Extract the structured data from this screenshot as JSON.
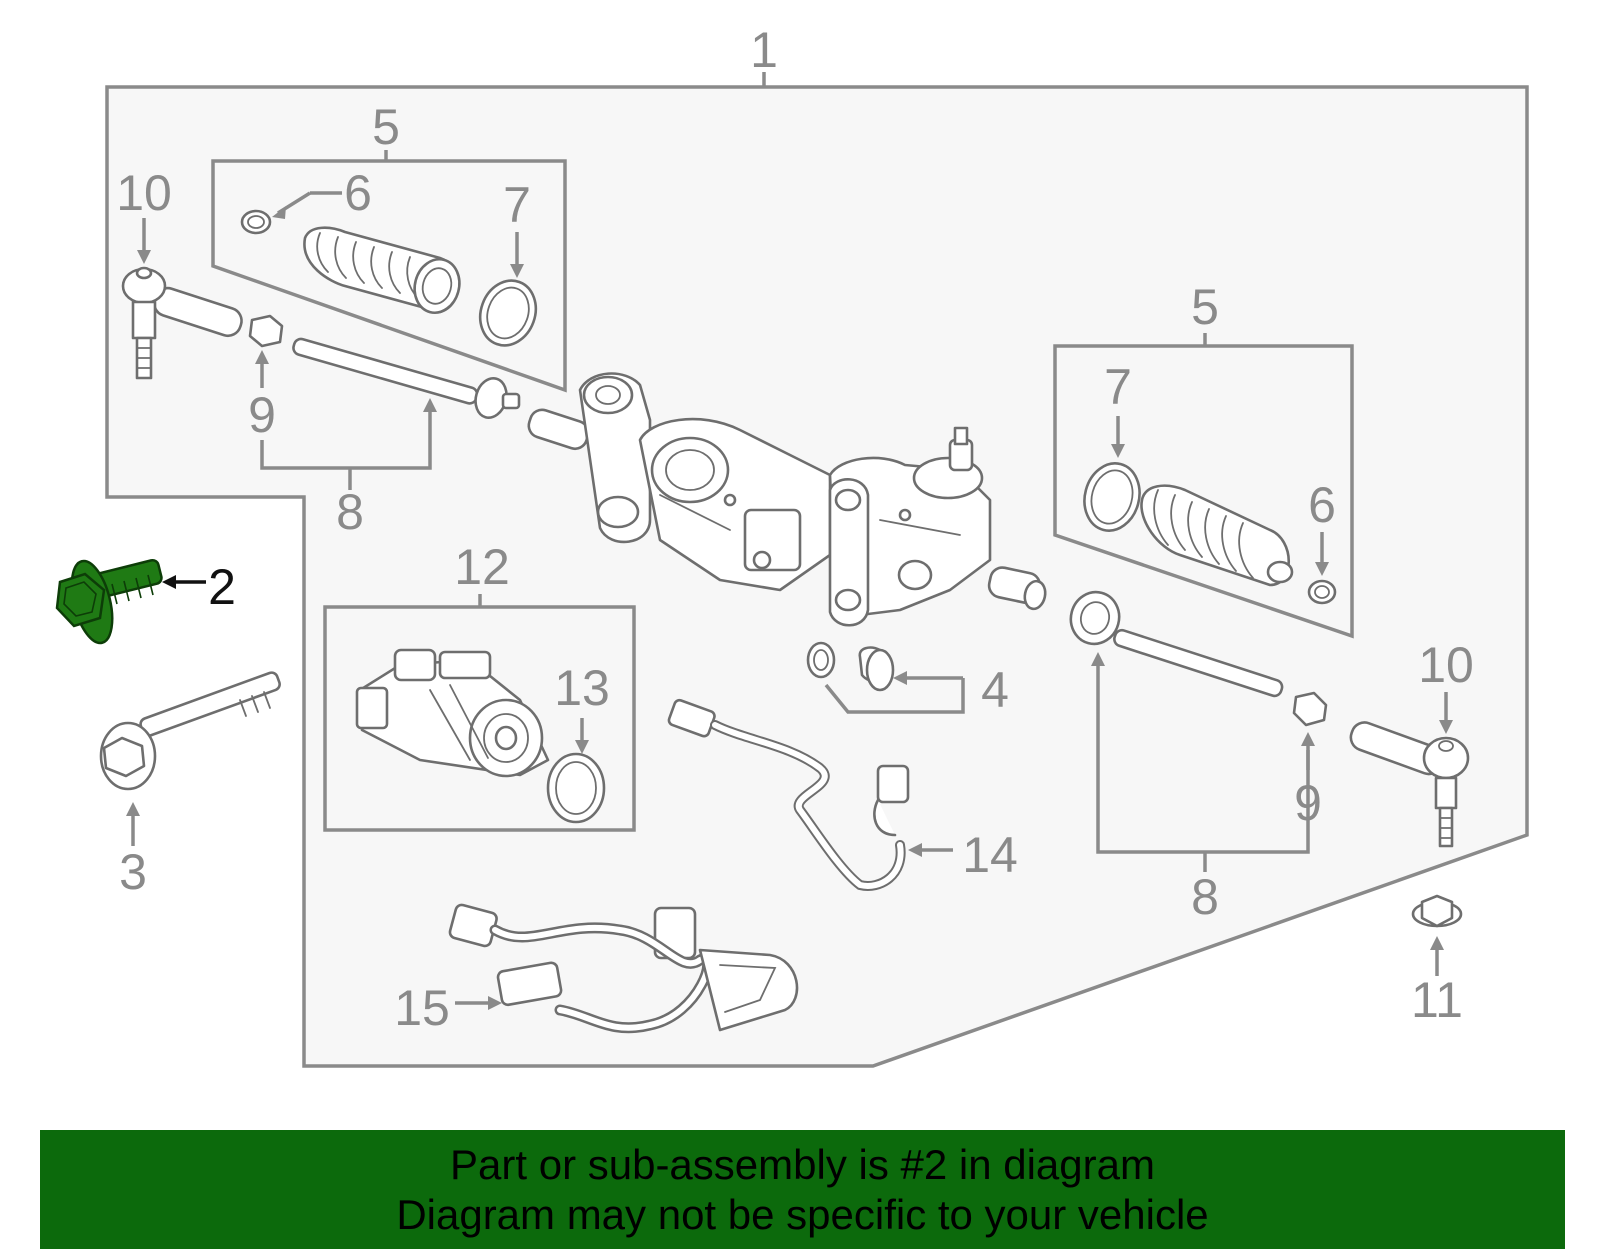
{
  "diagram": {
    "callouts": {
      "c1": "1",
      "c2": "2",
      "c3": "3",
      "c4": "4",
      "c5a": "5",
      "c5b": "5",
      "c6a": "6",
      "c6b": "6",
      "c7a": "7",
      "c7b": "7",
      "c8a": "8",
      "c8b": "8",
      "c9a": "9",
      "c9b": "9",
      "c10a": "10",
      "c10b": "10",
      "c11": "11",
      "c12": "12",
      "c13": "13",
      "c14": "14",
      "c15": "15"
    },
    "highlighted_part": "2",
    "colors": {
      "highlight_fill": "#1f7a14",
      "highlight_stroke": "#0d3d08",
      "assembly_background": "#f7f7f7",
      "outline": "#8a8a8a",
      "banner_background": "#0c6a0c"
    }
  },
  "banner": {
    "line1": "Part or sub-assembly is #2 in diagram",
    "line2": "Diagram may not be specific to your vehicle"
  }
}
